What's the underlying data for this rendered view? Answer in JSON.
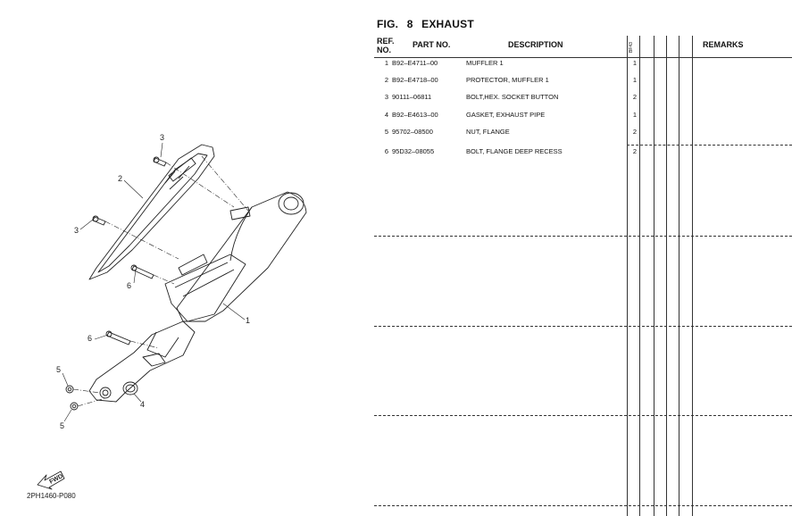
{
  "figure": {
    "fig_label": "FIG.",
    "number": "8",
    "title": "EXHAUST"
  },
  "diagram": {
    "code": "2PH1460-P080",
    "fwd_label": "FWD",
    "callouts": [
      "1",
      "2",
      "3",
      "3",
      "4",
      "5",
      "5",
      "6",
      "6"
    ]
  },
  "table": {
    "headers": {
      "ref_line1": "REF.",
      "ref_line2": "NO.",
      "part_no": "PART NO.",
      "description": "DESCRIPTION",
      "model_code": "BF43",
      "remarks": "REMARKS"
    },
    "rows": [
      {
        "ref": "1",
        "part_no": "B92–E4711–00",
        "description": "MUFFLER 1",
        "qty": "1"
      },
      {
        "ref": "2",
        "part_no": "B92–E4718–00",
        "description": "PROTECTOR, MUFFLER 1",
        "qty": "1"
      },
      {
        "ref": "3",
        "part_no": "90111–06811",
        "description": "BOLT,HEX. SOCKET BUTTON",
        "qty": "2"
      },
      {
        "ref": "4",
        "part_no": "B92–E4613–00",
        "description": "GASKET, EXHAUST PIPE",
        "qty": "1"
      },
      {
        "ref": "5",
        "part_no": "95702–08500",
        "description": "NUT, FLANGE",
        "qty": "2"
      },
      {
        "ref": "6",
        "part_no": "95D32–08055",
        "description": "BOLT, FLANGE DEEP RECESS",
        "qty": "2"
      }
    ]
  }
}
